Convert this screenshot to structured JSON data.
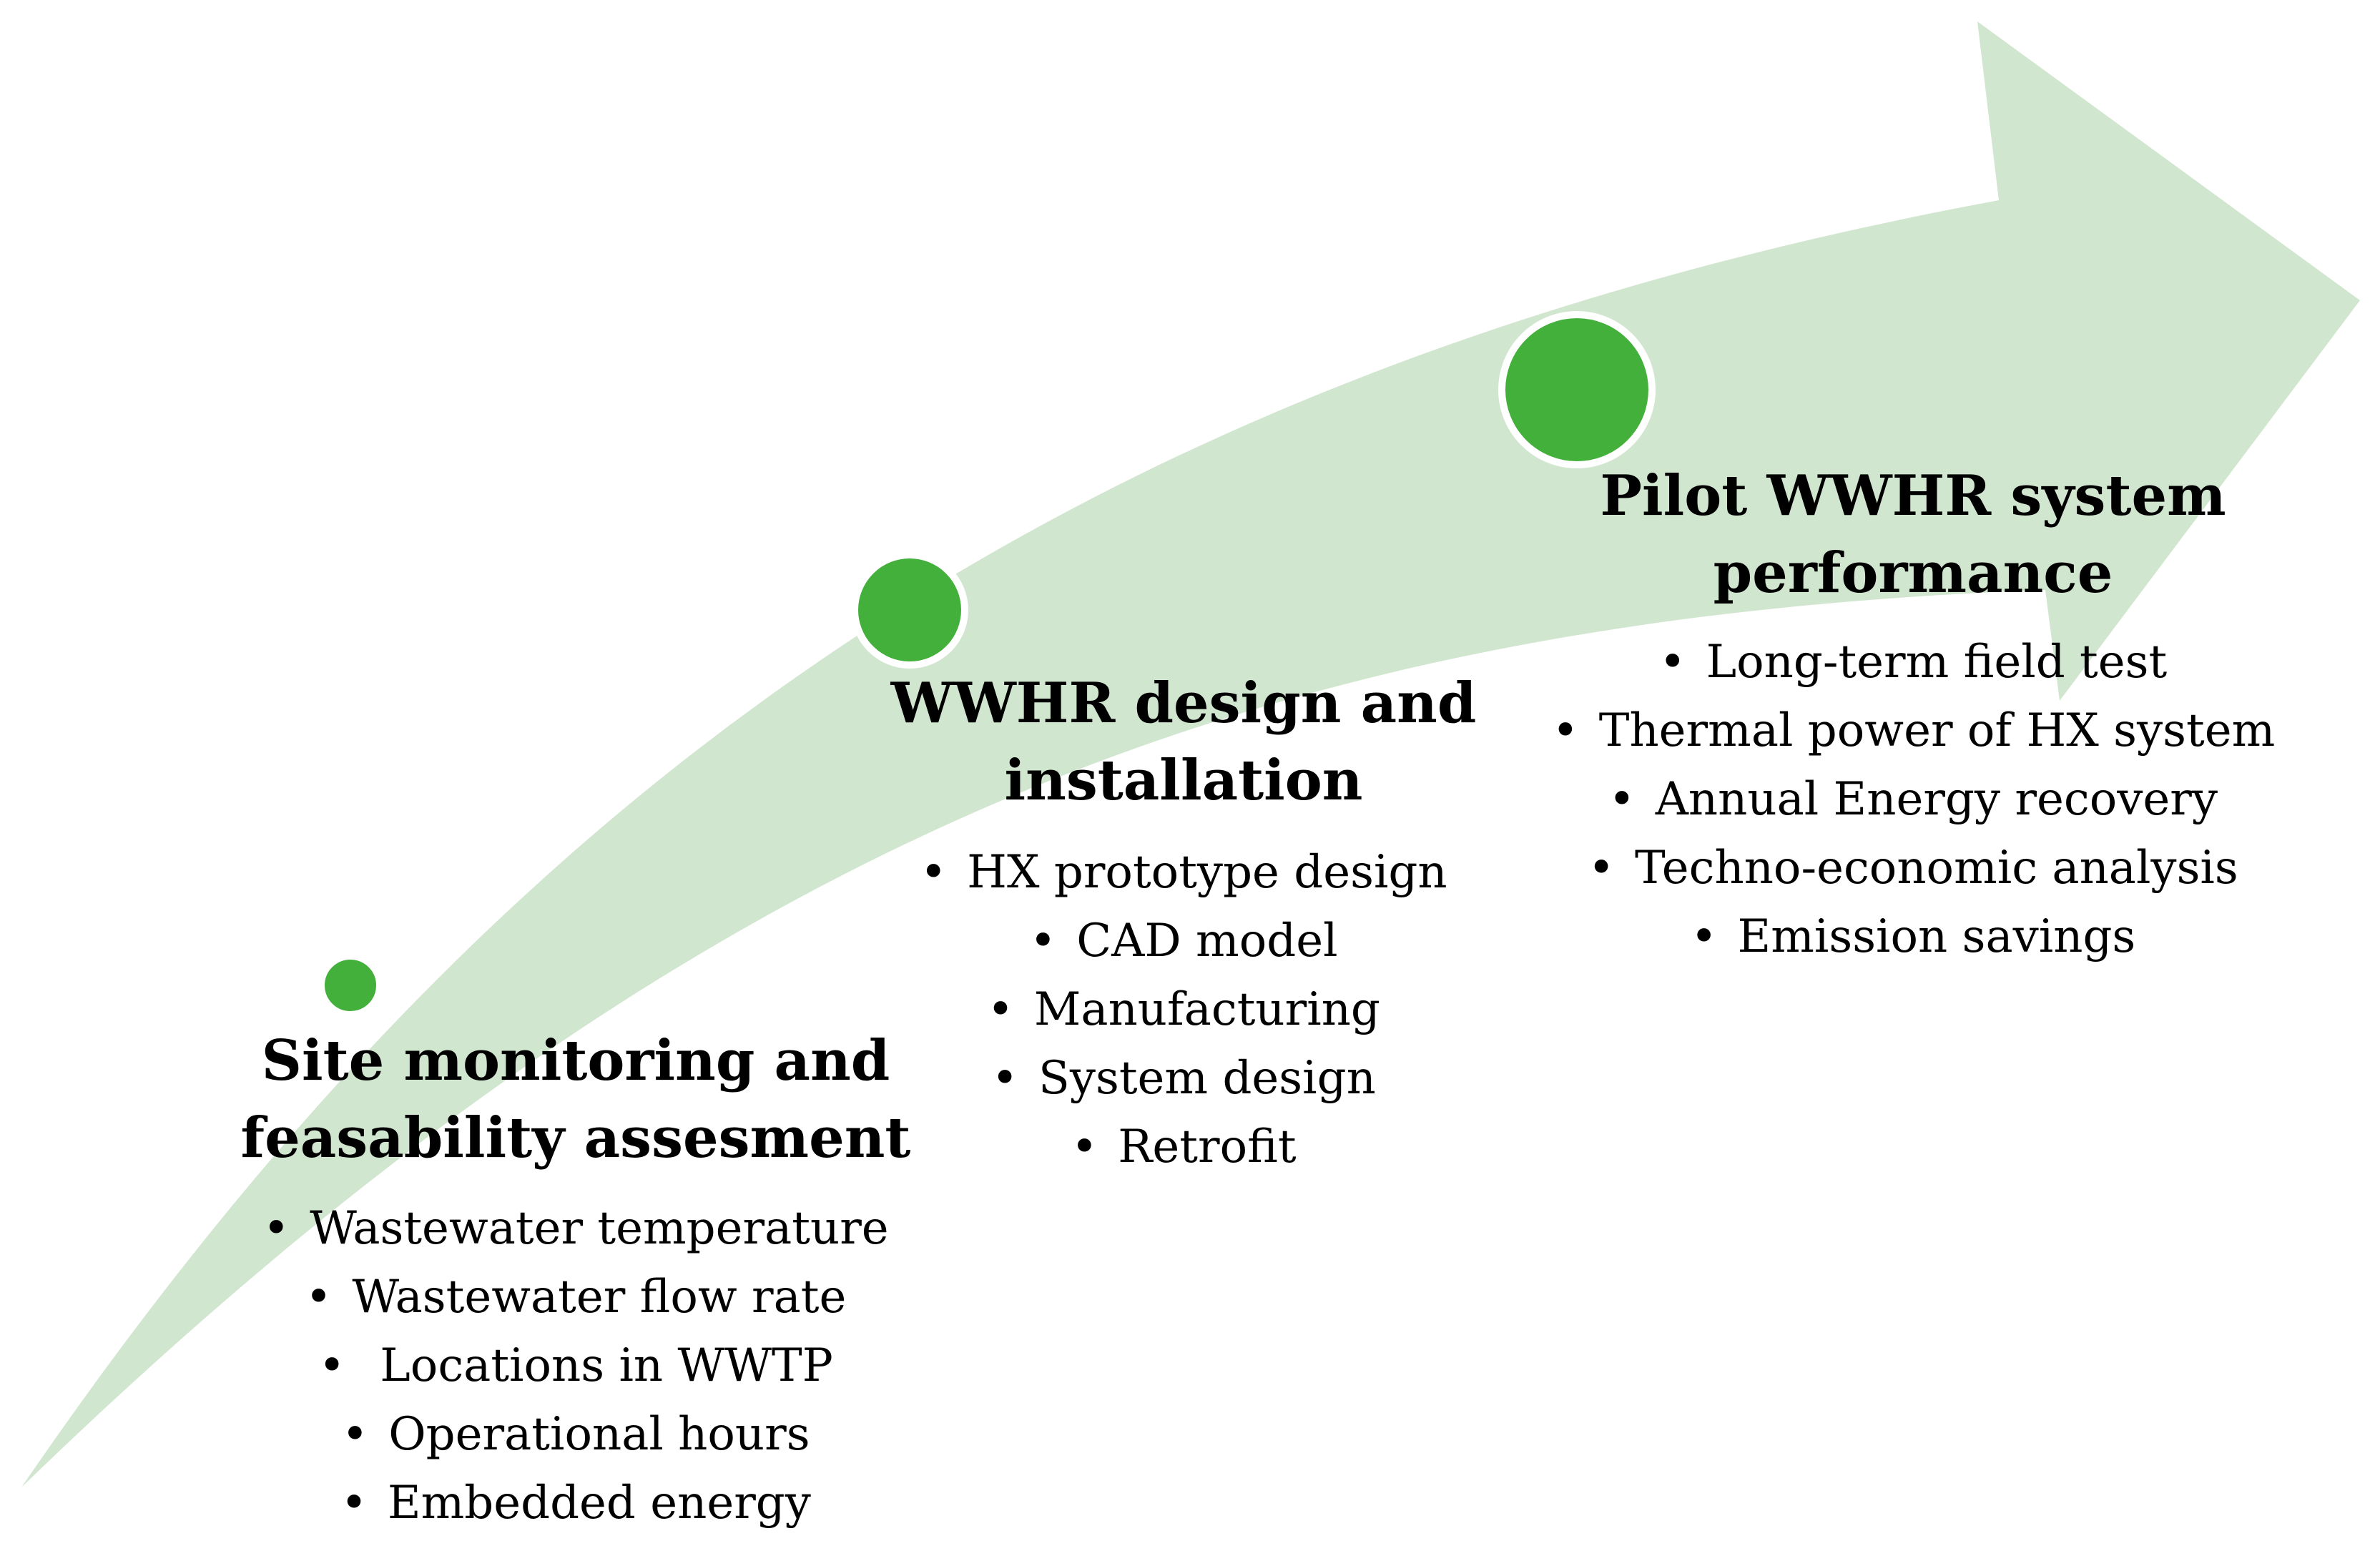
{
  "colors": {
    "arrow_fill": "#d1e6cf",
    "milestone_fill": "#43b03b",
    "milestone_ring": "#ffffff",
    "text": "#000000"
  },
  "stages": [
    {
      "title_lines": [
        "Site monitoring and",
        "feasability assesment"
      ],
      "items": [
        "Wastewater temperature",
        "Wastewater flow rate",
        " Locations in WWTP",
        "Operational hours",
        "Embedded energy"
      ]
    },
    {
      "title_lines": [
        "WWHR design and",
        "installation"
      ],
      "items": [
        "HX prototype design",
        "CAD model",
        "Manufacturing",
        "System design",
        "Retrofit"
      ]
    },
    {
      "title_lines": [
        "Pilot WWHR system",
        "performance"
      ],
      "items": [
        "Long-term field test",
        "Thermal power of HX system",
        "Annual Energy recovery",
        "Techno-economic analysis",
        "Emission savings"
      ]
    }
  ]
}
